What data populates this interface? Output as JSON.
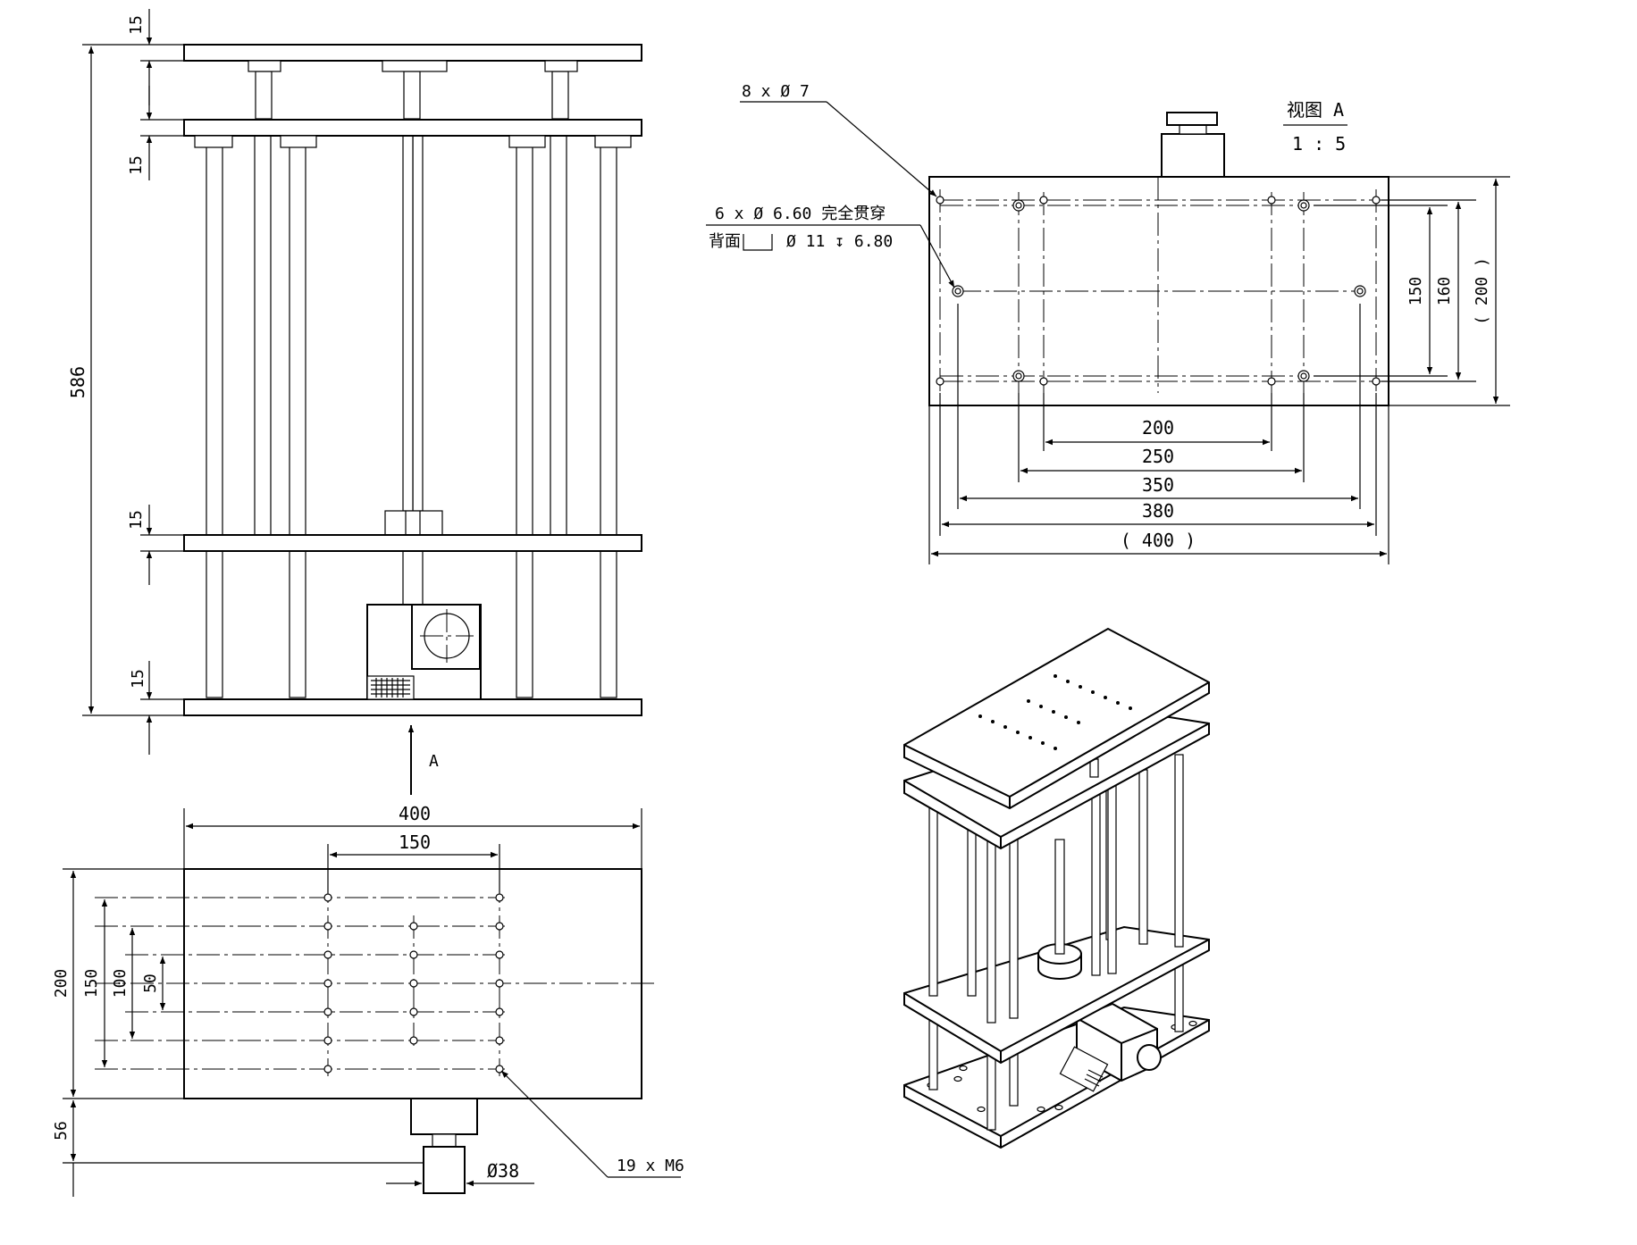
{
  "front_view": {
    "dim_total_height": "586",
    "dim_plate_1": "15",
    "dim_plate_2": "15",
    "dim_plate_3": "15",
    "dim_plate_4": "15",
    "view_arrow_label": "A"
  },
  "top_view": {
    "dim_width": "400",
    "dim_hole_span": "150",
    "dim_height": "200",
    "dim_row_150": "150",
    "dim_row_100": "100",
    "dim_row_50": "50",
    "dim_boss": "56",
    "dim_boss_dia": "Ø38",
    "callout_holes": "19 x M6"
  },
  "view_a": {
    "title": "视图 A",
    "scale": "1 : 5",
    "callout_holes_1": "8 x Ø 7",
    "callout_holes_2_line1": "6 x Ø 6.60 完全贯穿",
    "callout_holes_2_line2_prefix": "背面",
    "callout_holes_2_line2_rest": "Ø 11 ↧ 6.80",
    "dim_200": "200",
    "dim_250": "250",
    "dim_350": "350",
    "dim_380": "380",
    "dim_400": "( 400 )",
    "dim_150": "150",
    "dim_160": "160",
    "dim_200_ref": "( 200 )"
  }
}
